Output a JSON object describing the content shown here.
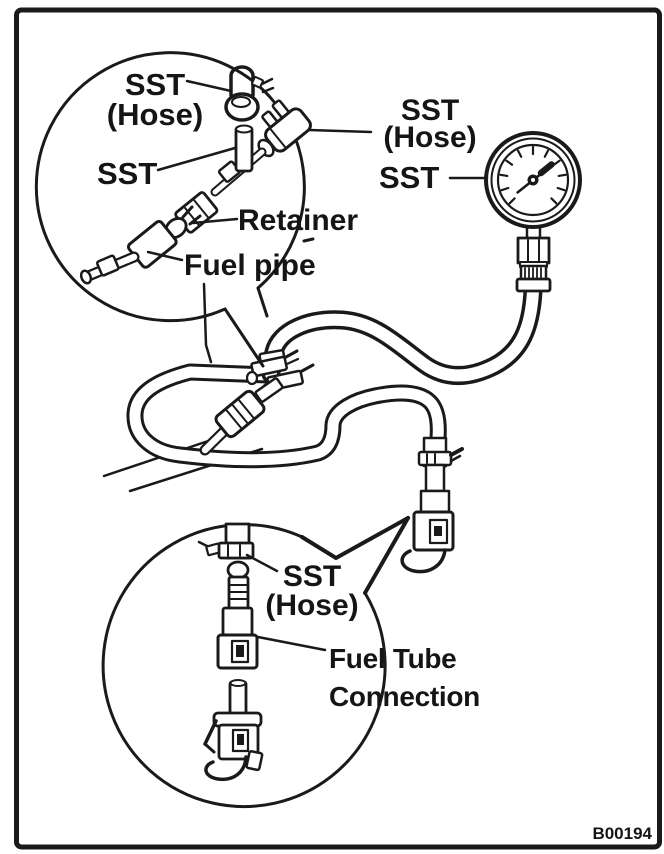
{
  "colors": {
    "ink": "#1a1a1a",
    "paper": "#ffffff"
  },
  "figure_code": "B00194",
  "callouts": {
    "top_clamp": {
      "line1": "SST",
      "line2": "(Hose)"
    },
    "adapter_sst": "SST",
    "right_hose": {
      "line1": "SST",
      "line2": "(Hose)"
    },
    "gauge_sst": "SST",
    "retainer": "Retainer",
    "fuel_pipe": "Fuel pipe",
    "bottom_hose": {
      "line1": "SST",
      "line2": "(Hose)"
    },
    "fuel_tube_connection": {
      "line1": "Fuel Tube",
      "line2": "Connection"
    }
  }
}
